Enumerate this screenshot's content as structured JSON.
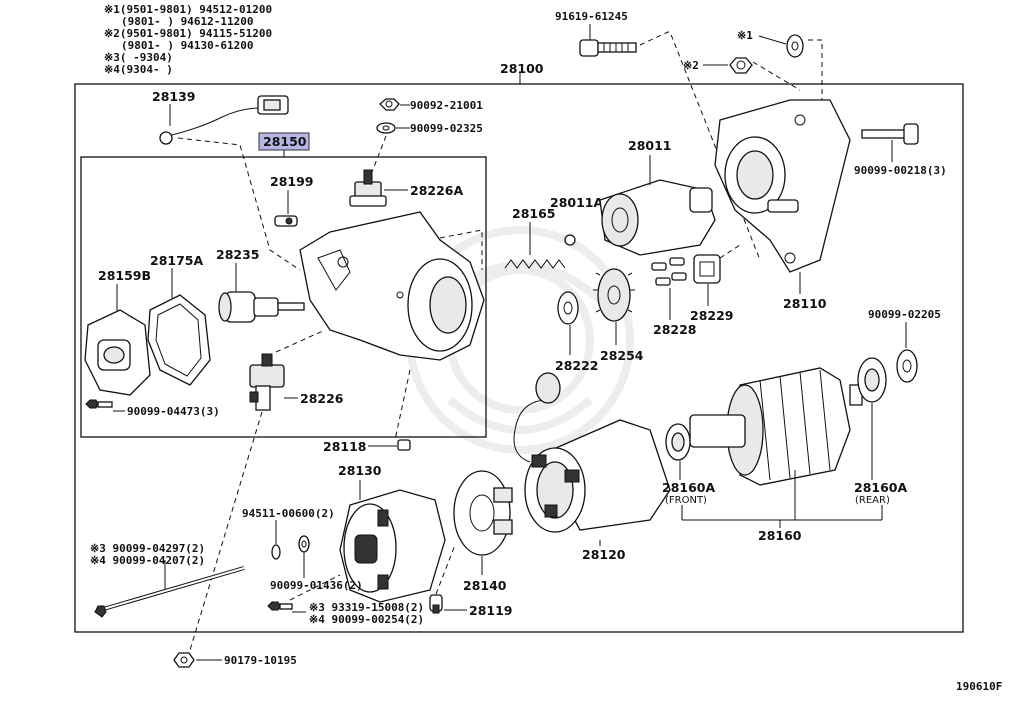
{
  "notes": [
    "※1(9501-9801) 94512-01200",
    "(9801-     ) 94612-11200",
    "※2(9501-9801) 94115-51200",
    "(9801-     ) 94130-61200",
    "※3(     -9304)",
    "※4(9304-     )"
  ],
  "assembly_label": "28100",
  "highlighted_label": "28150",
  "part_labels": {
    "p28139": "28139",
    "p28199": "28199",
    "p28226A": "28226A",
    "p28235": "28235",
    "p28175A": "28175A",
    "p28159B": "28159B",
    "p28226": "28226",
    "b90099_04473": "90099-04473(3)",
    "n90092_21001": "90092-21001",
    "w90099_02325": "90099-02325",
    "p28118": "28118",
    "p28130": "28130",
    "w94511_00600": "94511-00600(2)",
    "w90099_01436": "90099-01436(2)",
    "bolt3": "※3 90099-04297(2)",
    "bolt4": "※4 90099-04207(2)",
    "s3": "※3 93319-15008(2)",
    "s4": "※4 90099-00254(2)",
    "p28119": "28119",
    "p28140": "28140",
    "p28120": "28120",
    "n90179_10195": "90179-10195",
    "b91619_61245": "91619-61245",
    "m1": "※1",
    "m2": "※2",
    "p28011": "28011",
    "p28011A": "28011A",
    "p28165": "28165",
    "p28222": "28222",
    "p28254": "28254",
    "p28228": "28228",
    "p28229": "28229",
    "p28110": "28110",
    "b90099_00218": "90099-00218(3)",
    "w90099_02205": "90099-02205",
    "p28160A_front": "28160A",
    "front": "(FRONT)",
    "p28160A_rear": "28160A",
    "rear": "(REAR)",
    "p28160": "28160"
  },
  "diagram_code": "190610F"
}
